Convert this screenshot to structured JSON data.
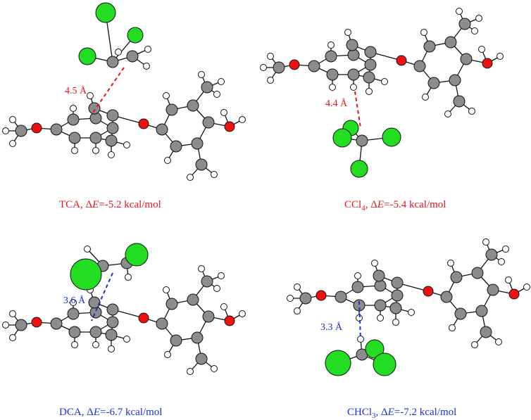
{
  "colors": {
    "carbon": "#8c8c8c",
    "hydrogen": "#ffffff",
    "oxygen": "#ee1111",
    "chlorine": "#22dd22",
    "bond": "#111111",
    "red_label": "#e8141c",
    "blue_label": "#1a2fd6"
  },
  "panels": [
    {
      "id": "tca",
      "distance_label": "4.5 Å",
      "caption": {
        "name": "TCA",
        "name_sub": "",
        "name_tail": "",
        "sep": ", Δ",
        "E": "E",
        "value": "=-5.2 kcal/mol"
      },
      "color": "red"
    },
    {
      "id": "ccl4",
      "distance_label": "4.4 Å",
      "caption": {
        "name": "CCl",
        "name_sub": "4",
        "name_tail": "",
        "sep": ", Δ",
        "E": "E",
        "value": "=-5.4 kcal/mol"
      },
      "color": "red"
    },
    {
      "id": "dca",
      "distance_label": "3.6 Å",
      "caption": {
        "name": "DCA",
        "name_sub": "",
        "name_tail": "",
        "sep": ", Δ",
        "E": "E",
        "value": "=-6.7 kcal/mol"
      },
      "color": "blue"
    },
    {
      "id": "chcl3",
      "distance_label": "3.3 Å",
      "caption": {
        "name": "CHCl",
        "name_sub": "3",
        "name_tail": "",
        "sep": ", Δ",
        "E": "E",
        "value": "=-7.2 kcal/mol"
      },
      "color": "blue"
    }
  ]
}
